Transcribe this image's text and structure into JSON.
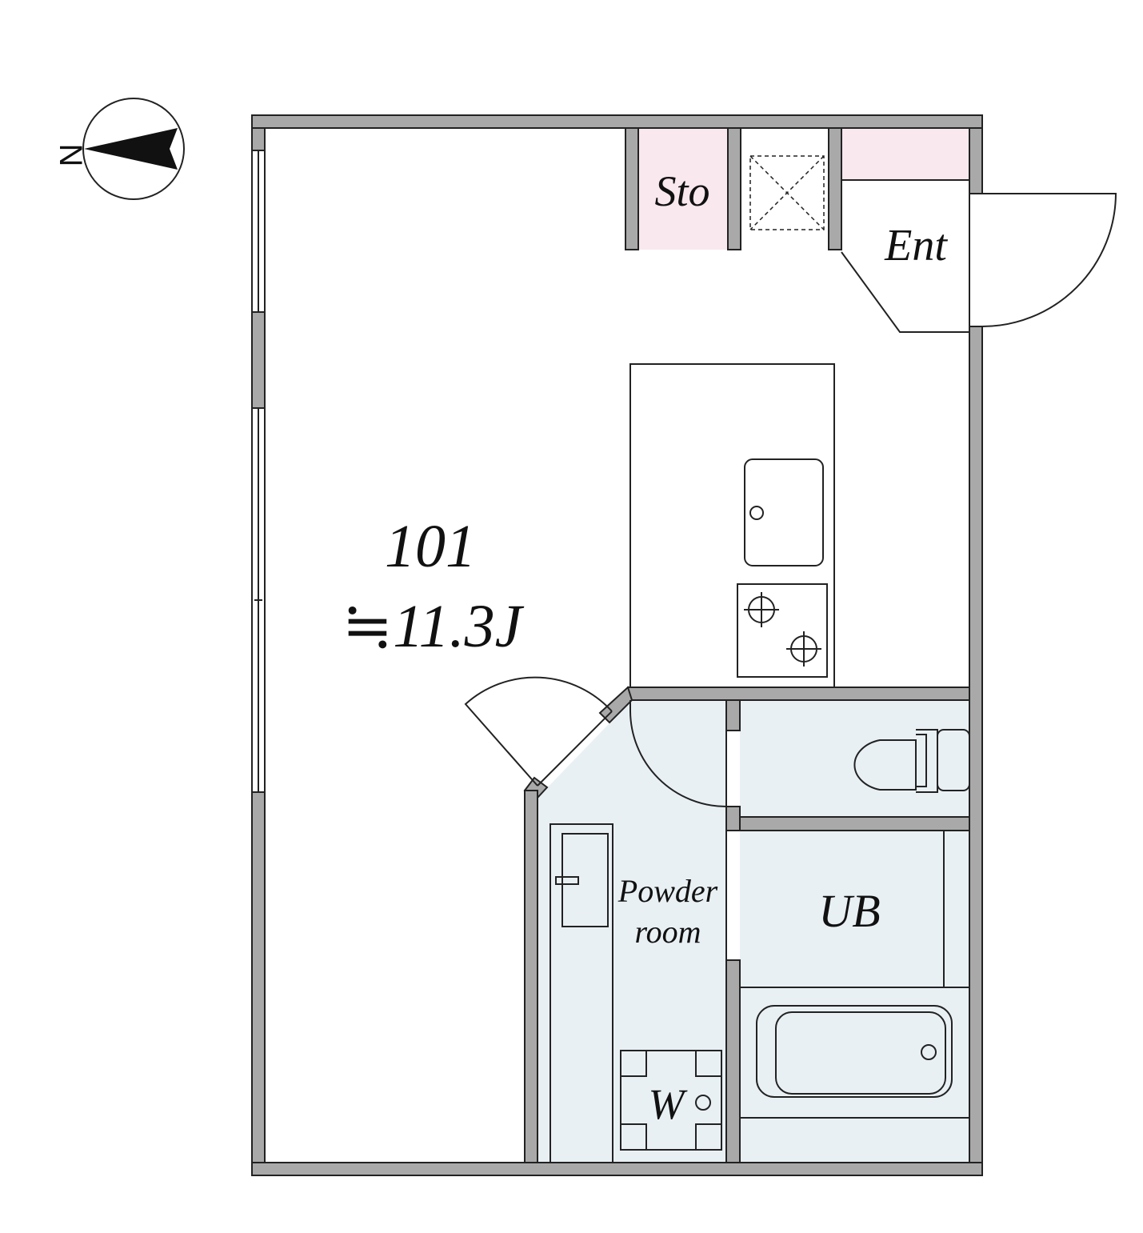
{
  "unit": {
    "number": "101",
    "area": "≒11.3J"
  },
  "rooms": {
    "storage": "Sto",
    "entrance": "Ent",
    "powder_room_line1": "Powder",
    "powder_room_line2": "room",
    "unit_bath": "UB",
    "washer": "W"
  },
  "compass": {
    "north": "N"
  },
  "colors": {
    "wall": "#a9a9a9",
    "wall_outline": "#222222",
    "storage_fill": "#f9e8ee",
    "wet_area_fill": "#e9f0f4"
  }
}
